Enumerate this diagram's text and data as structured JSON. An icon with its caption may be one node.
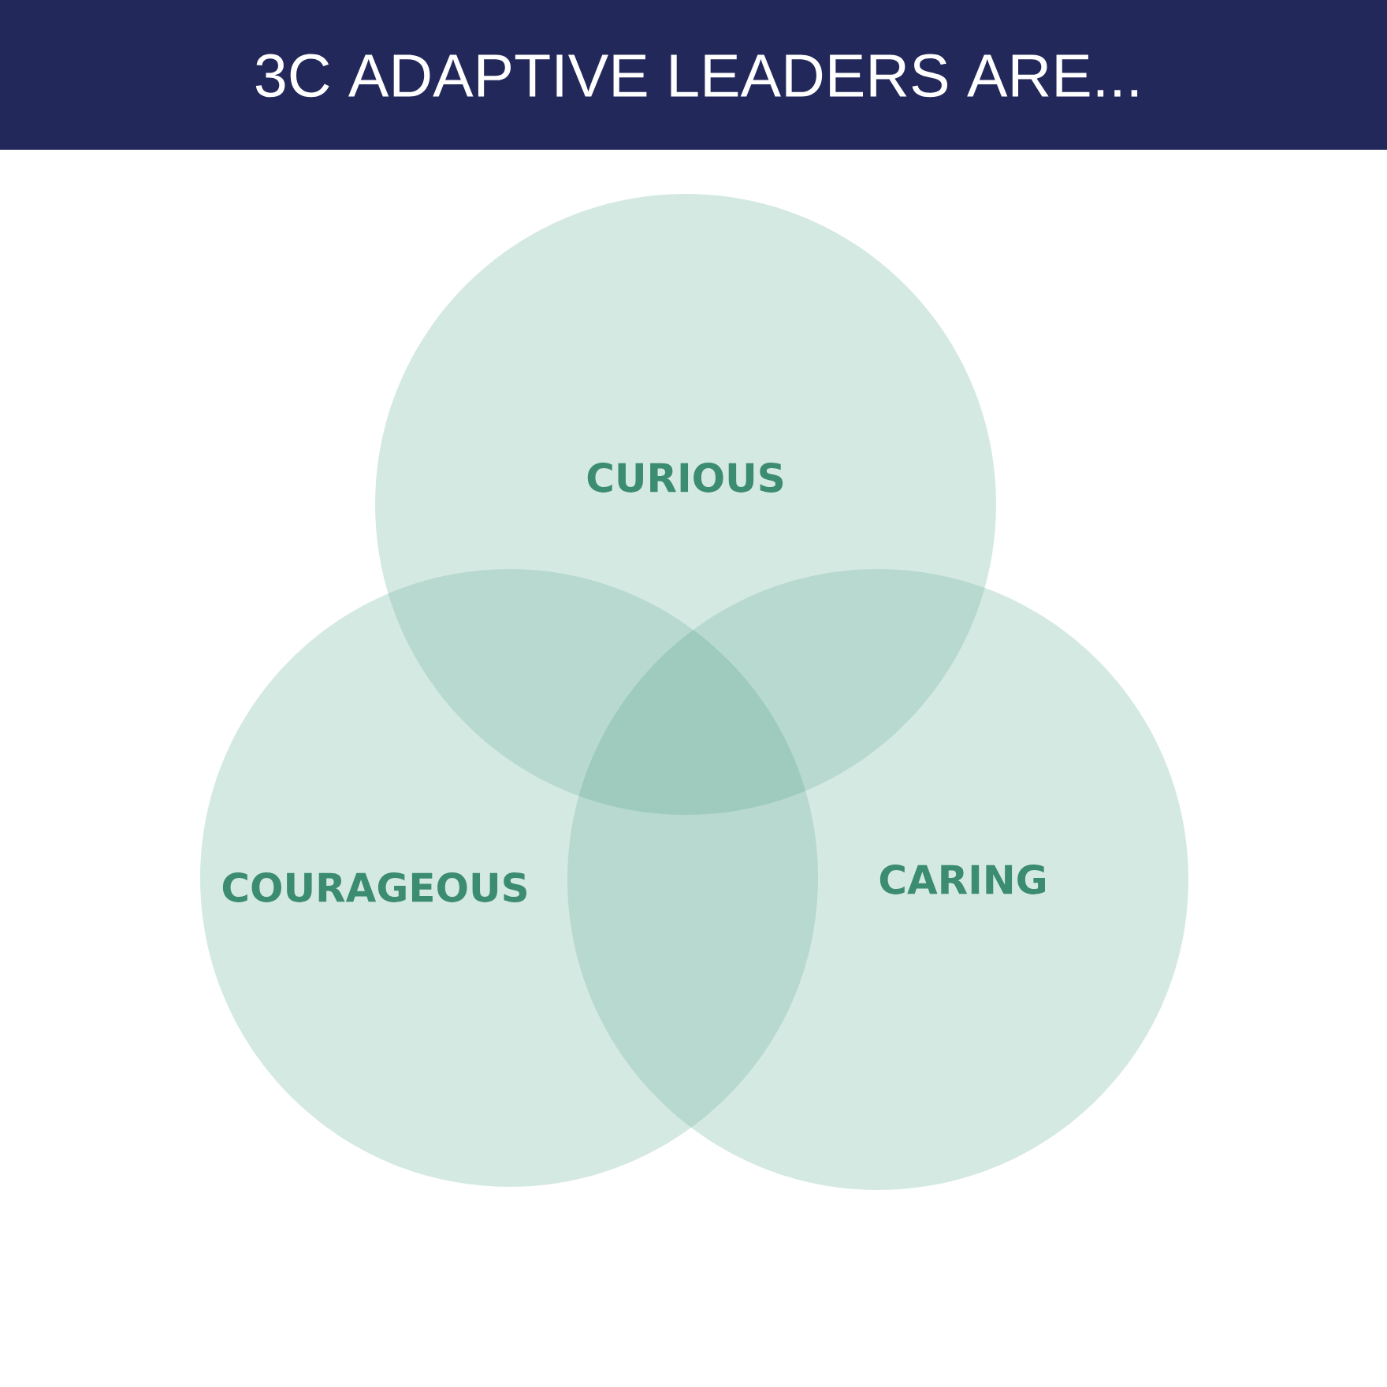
{
  "diagram": {
    "title": "3C ADAPTIVE LEADERS ARE...",
    "nodes": [
      {
        "text": [
          "CURIOUS"
        ]
      },
      {
        "text": [
          "COURAGEOUS"
        ]
      },
      {
        "text": [
          "CARING"
        ]
      }
    ]
  }
}
